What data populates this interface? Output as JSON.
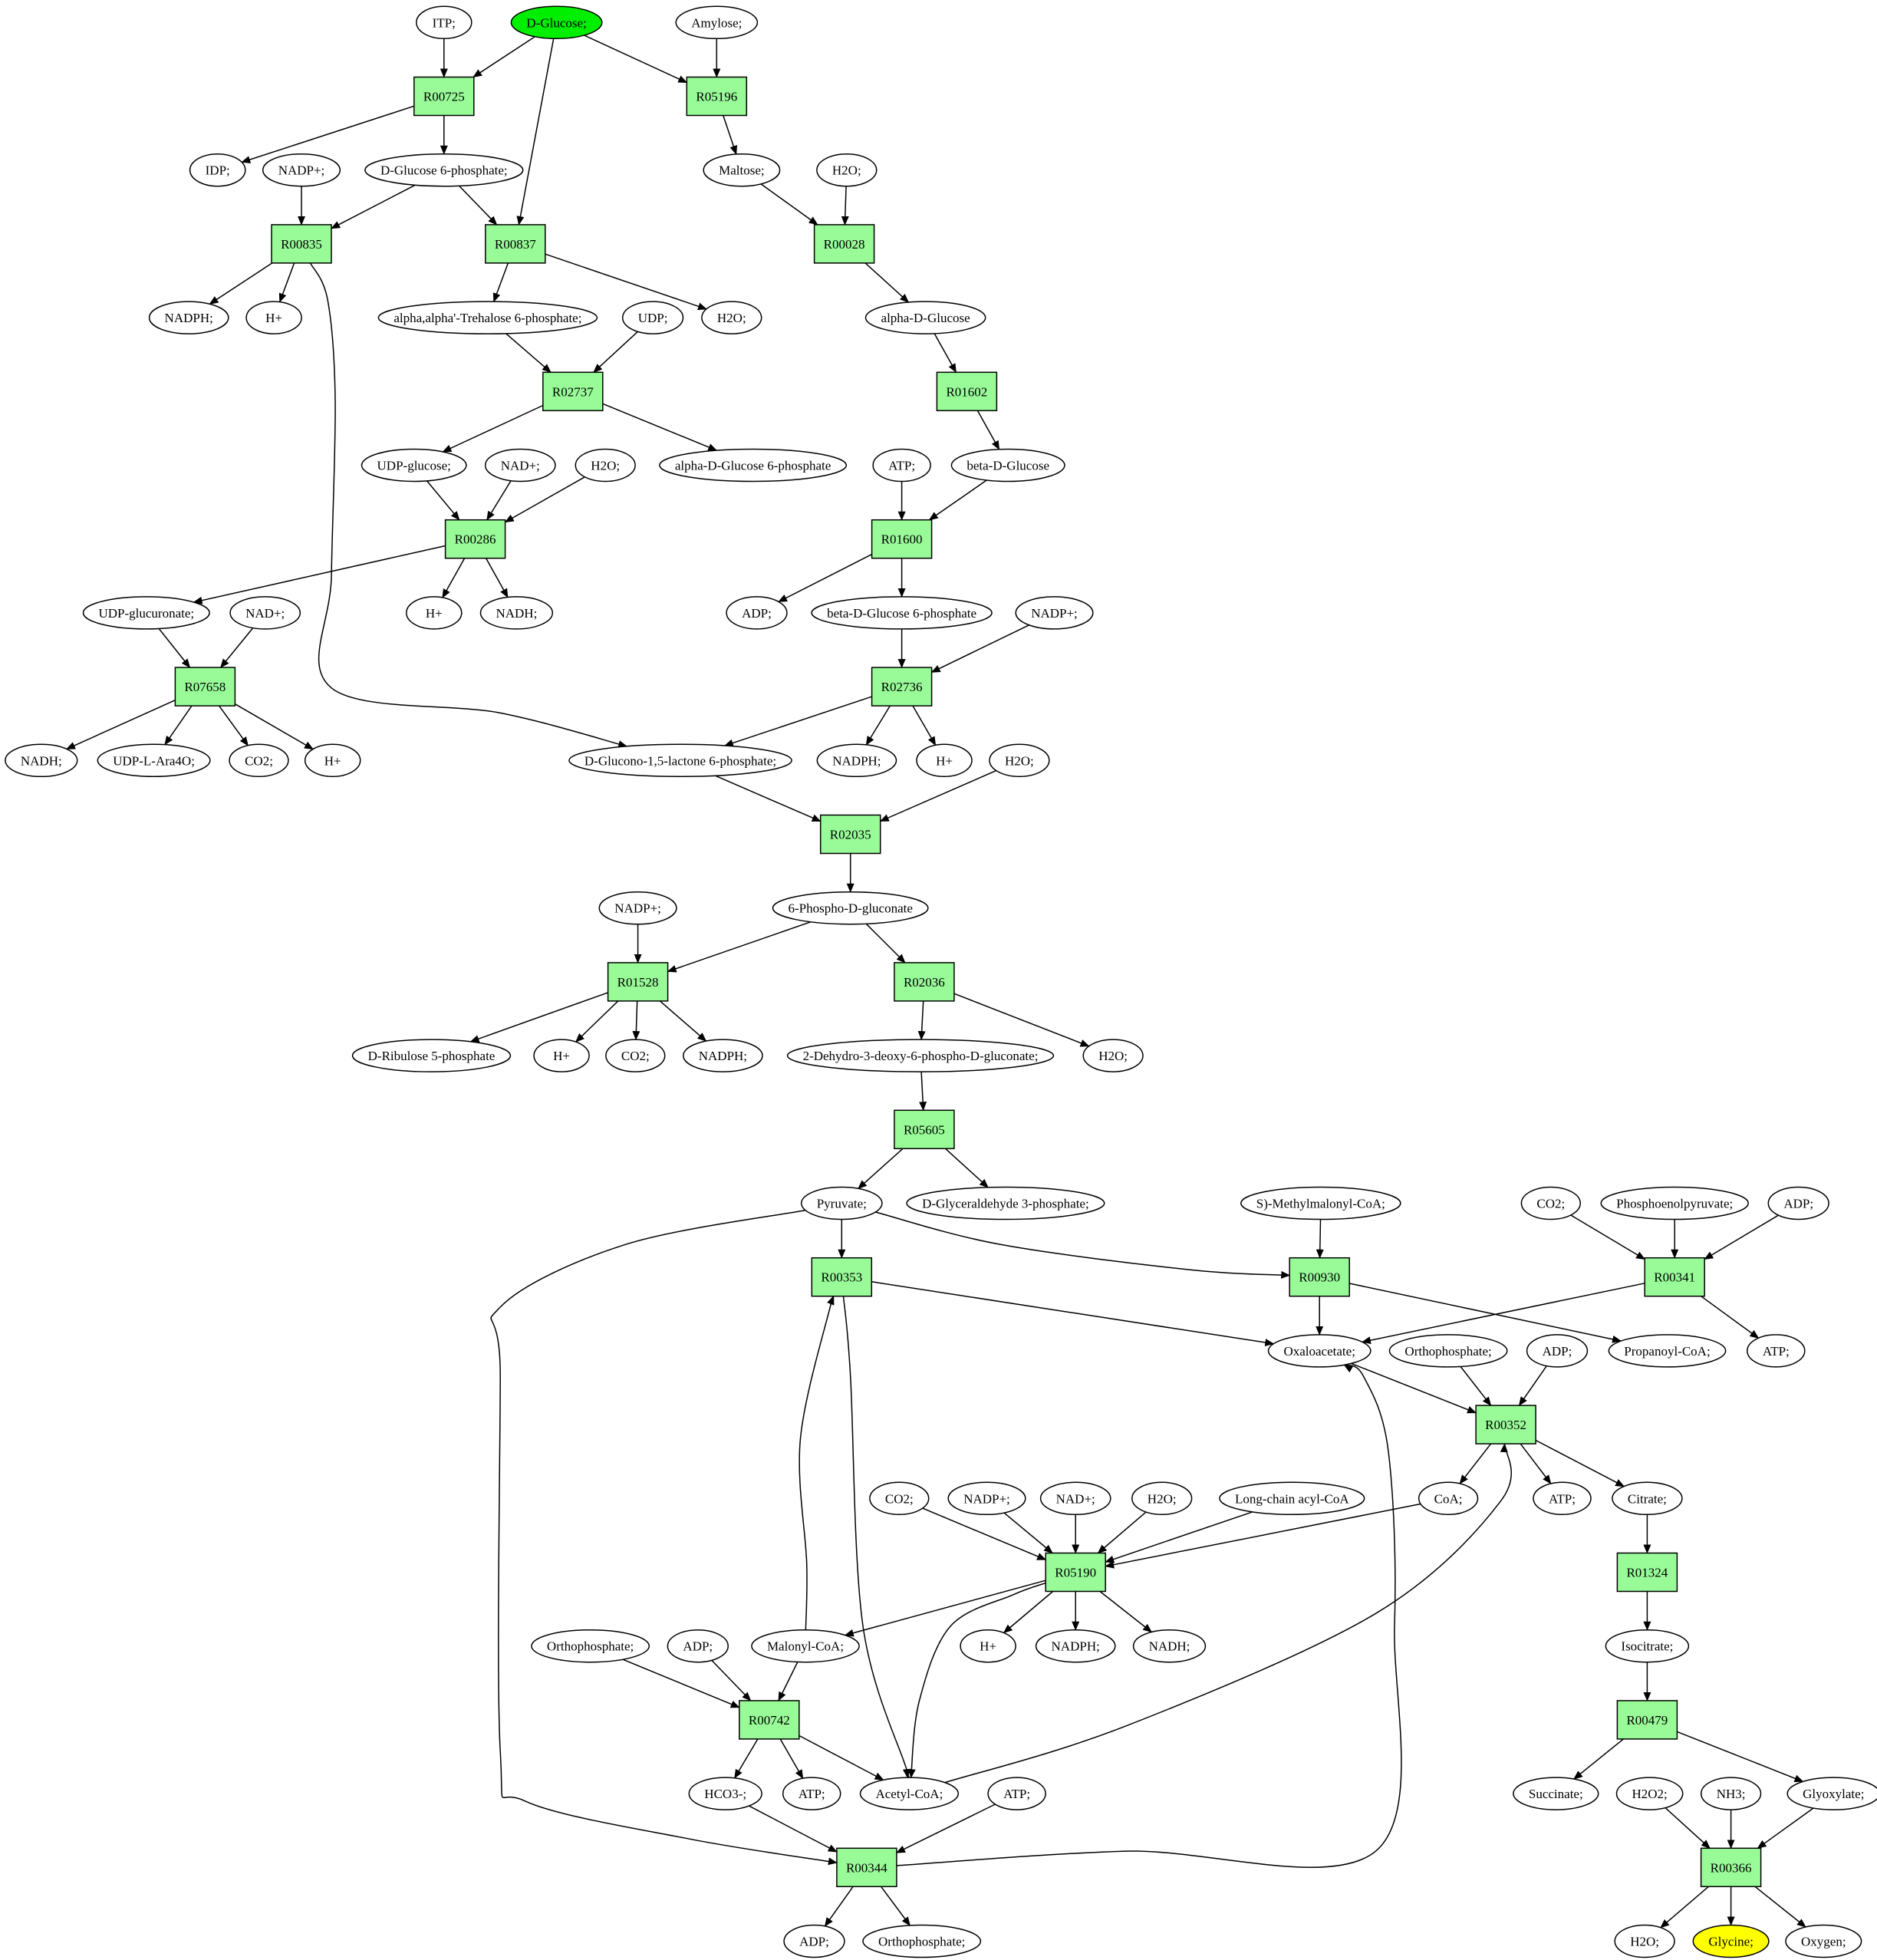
{
  "colors": {
    "reaction_fill": "#98fb98",
    "metabolite_fill": "#ffffff",
    "source_fill": "#00ee00",
    "target_fill": "#ffff00",
    "stroke": "#000000"
  },
  "nodes": {
    "itp": "ITP;",
    "dglucose": "D-Glucose;",
    "amylose": "Amylose;",
    "r00725": "R00725",
    "r05196": "R05196",
    "idp": "IDP;",
    "nadp1": "NADP+;",
    "g6p": "D-Glucose 6-phosphate;",
    "maltose": "Maltose;",
    "h2o_1": "H2O;",
    "r00835": "R00835",
    "r00837": "R00837",
    "r00028": "R00028",
    "nadph1": "NADPH;",
    "hplus1": "H+",
    "trehalose6p": "alpha,alpha'-Trehalose 6-phosphate;",
    "udp": "UDP;",
    "h2o_2": "H2O;",
    "alphadglucose": "alpha-D-Glucose",
    "r02737": "R02737",
    "r01602": "R01602",
    "udpglucose": "UDP-glucose;",
    "nad1": "NAD+;",
    "h2o_3": "H2O;",
    "alphag6p": "alpha-D-Glucose 6-phosphate",
    "atp1": "ATP;",
    "betadglucose": "beta-D-Glucose",
    "r00286": "R00286",
    "r01600": "R01600",
    "udpglucuronate": "UDP-glucuronate;",
    "nad2": "NAD+;",
    "hplus2": "H+",
    "nadh1": "NADH;",
    "adp1": "ADP;",
    "betag6p": "beta-D-Glucose 6-phosphate",
    "nadp2": "NADP+;",
    "r07658": "R07658",
    "r02736": "R02736",
    "nadh2": "NADH;",
    "udparaa4o": "UDP-L-Ara4O;",
    "co2_1": "CO2;",
    "hplus3": "H+",
    "gluconolactone": "D-Glucono-1,5-lactone 6-phosphate;",
    "nadph2": "NADPH;",
    "hplus4": "H+",
    "h2o_4": "H2O;",
    "r02035": "R02035",
    "nadp3": "NADP+;",
    "phosphogluconate": "6-Phospho-D-gluconate",
    "r01528": "R01528",
    "r02036": "R02036",
    "ribulose5p": "D-Ribulose 5-phosphate",
    "hplus5": "H+",
    "co2_2": "CO2;",
    "nadph3": "NADPH;",
    "kdpg": "2-Dehydro-3-deoxy-6-phospho-D-gluconate;",
    "h2o_5": "H2O;",
    "r05605": "R05605",
    "pyruvate": "Pyruvate;",
    "gap": "D-Glyceraldehyde 3-phosphate;",
    "methylmalonylcoa": "S)-Methylmalonyl-CoA;",
    "co2_3": "CO2;",
    "pep": "Phosphoenolpyruvate;",
    "adp2": "ADP;",
    "r00353": "R00353",
    "r00930": "R00930",
    "r00341": "R00341",
    "oxaloacetate": "Oxaloacetate;",
    "orthophosphate1": "Orthophosphate;",
    "adp3": "ADP;",
    "propanoylcoa": "Propanoyl-CoA;",
    "atp2": "ATP;",
    "r00352": "R00352",
    "co2_4": "CO2;",
    "nadp4": "NADP+;",
    "nad3": "NAD+;",
    "h2o_6": "H2O;",
    "longchainacylcoa": "Long-chain acyl-CoA",
    "coa": "CoA;",
    "atp3": "ATP;",
    "citrate": "Citrate;",
    "r05190": "R05190",
    "r01324": "R01324",
    "orthophosphate2": "Orthophosphate;",
    "adp4": "ADP;",
    "malonylcoa": "Malonyl-CoA;",
    "hplus6": "H+",
    "nadph4": "NADPH;",
    "nadh3": "NADH;",
    "isocitrate": "Isocitrate;",
    "r00742": "R00742",
    "r00479": "R00479",
    "hco3": "HCO3-;",
    "atp4": "ATP;",
    "acetylcoa": "Acetyl-CoA;",
    "atp5": "ATP;",
    "succinate": "Succinate;",
    "h2o2": "H2O2;",
    "nh3": "NH3;",
    "glyoxylate": "Glyoxylate;",
    "r00344": "R00344",
    "r00366": "R00366",
    "adp5": "ADP;",
    "orthophosphate3": "Orthophosphate;",
    "h2o_7": "H2O;",
    "glycine": "Glycine;",
    "oxygen": "Oxygen;"
  }
}
